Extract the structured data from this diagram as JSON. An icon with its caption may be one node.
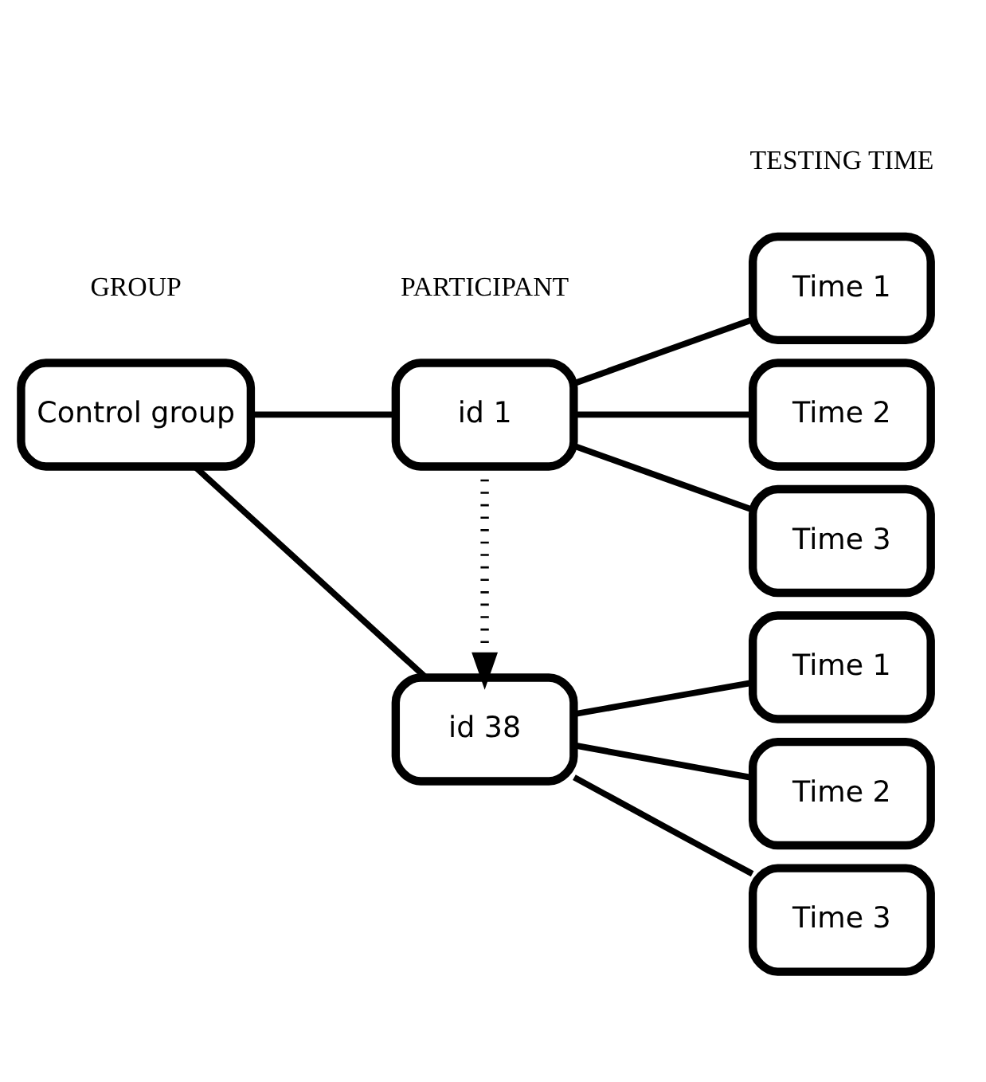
{
  "diagram": {
    "nodes": [
      {
        "text": [
          "Control group"
        ]
      },
      {
        "text": [
          "id 1"
        ]
      },
      {
        "text": [
          "id 38"
        ]
      },
      {
        "text": [
          "Time 1"
        ]
      },
      {
        "text": [
          "Time 2"
        ]
      },
      {
        "text": [
          "Time 3"
        ]
      },
      {
        "text": [
          "Time 1"
        ]
      },
      {
        "text": [
          "Time 2"
        ]
      },
      {
        "text": [
          "Time 3"
        ]
      }
    ],
    "edges": [
      {
        "from": 0,
        "to": 1,
        "arrow": "none"
      },
      {
        "from": 0,
        "to": 2,
        "arrow": "none"
      },
      {
        "from": 1,
        "to": 3,
        "arrow": "none"
      },
      {
        "from": 1,
        "to": 4,
        "arrow": "none"
      },
      {
        "from": 1,
        "to": 5,
        "arrow": "none"
      },
      {
        "from": 2,
        "to": 6,
        "arrow": "none"
      },
      {
        "from": 2,
        "to": 7,
        "arrow": "none"
      },
      {
        "from": 2,
        "to": 8,
        "arrow": "none"
      },
      {
        "from": 1,
        "to": 2,
        "arrow": "to",
        "style": "dashed"
      }
    ],
    "labels": [
      "GROUP",
      "PARTICIPANT",
      "TESTING TIME"
    ]
  }
}
